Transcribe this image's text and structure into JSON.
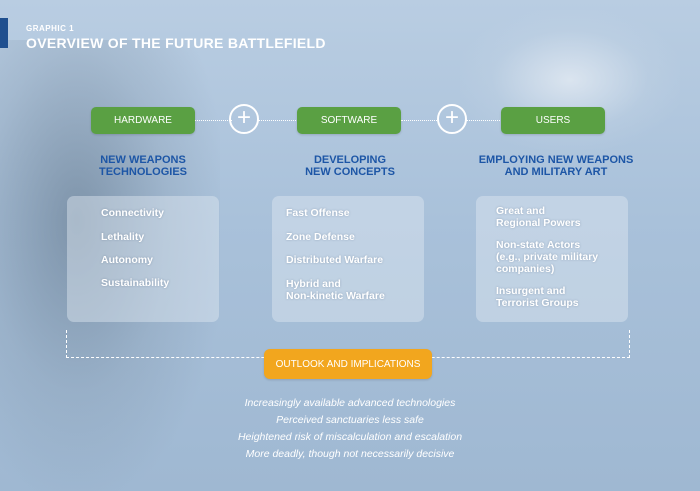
{
  "header": {
    "graphic_label": "GRAPHIC 1",
    "title": "OVERVIEW OF THE FUTURE BATTLEFIELD"
  },
  "categories": [
    {
      "pill": "HARDWARE",
      "heading": [
        "NEW WEAPONS",
        "TECHNOLOGIES"
      ],
      "items": [
        [
          "Connectivity"
        ],
        [
          "Lethality"
        ],
        [
          "Autonomy"
        ],
        [
          "Sustainability"
        ]
      ]
    },
    {
      "pill": "SOFTWARE",
      "heading": [
        "DEVELOPING",
        "NEW CONCEPTS"
      ],
      "items": [
        [
          "Fast Offense"
        ],
        [
          "Zone Defense"
        ],
        [
          "Distributed Warfare"
        ],
        [
          "Hybrid and",
          "Non-kinetic Warfare"
        ]
      ]
    },
    {
      "pill": "USERS",
      "heading": [
        "EMPLOYING NEW  WEAPONS",
        "AND MILITARY ART"
      ],
      "items": [
        [
          "Great and",
          "Regional Powers"
        ],
        [
          "Non-state Actors",
          "(e.g., private military",
          "companies)"
        ],
        [
          "Insurgent and",
          "Terrorist Groups"
        ]
      ]
    }
  ],
  "connector_symbol": "+",
  "outlook": {
    "label": "OUTLOOK AND IMPLICATIONS",
    "implications": [
      "Increasingly available advanced technologies",
      "Perceived sanctuaries less safe",
      "Heightened risk of miscalculation and escalation",
      "More deadly, though not necessarily decisive"
    ]
  },
  "colors": {
    "category_pill": "#5aa043",
    "outlook_pill": "#f2a61e",
    "heading_text": "#1d56a6",
    "accent_bar": "#1f4f8f"
  }
}
